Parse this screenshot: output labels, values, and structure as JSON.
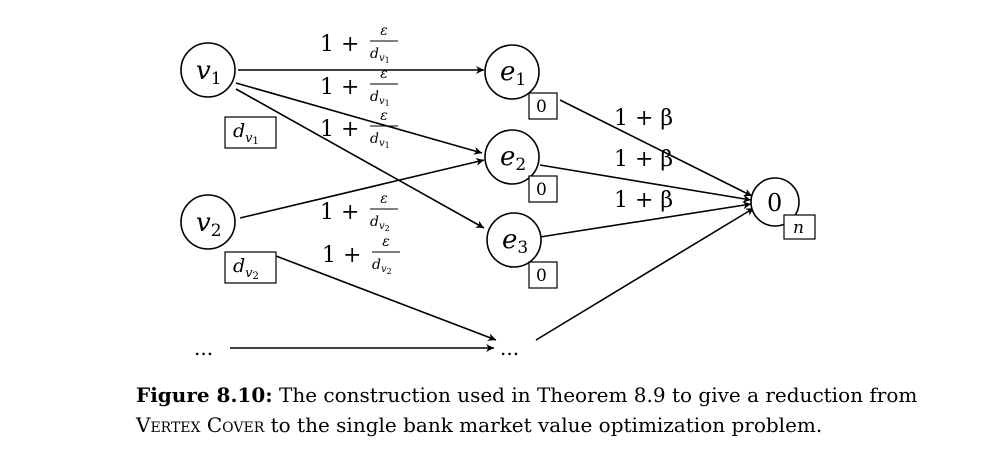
{
  "nodes": {
    "v1": {
      "base": "v",
      "sub": "1"
    },
    "v2": {
      "base": "v",
      "sub": "2"
    },
    "e1": {
      "base": "e",
      "sub": "1"
    },
    "e2": {
      "base": "e",
      "sub": "2"
    },
    "e3": {
      "base": "e",
      "sub": "3"
    },
    "sink": {
      "text": "0"
    },
    "dots_left": {
      "text": "..."
    },
    "dots_mid": {
      "text": "..."
    }
  },
  "boxes": {
    "v1": {
      "base": "d",
      "sub": "v",
      "subsub": "1"
    },
    "v2": {
      "base": "d",
      "sub": "v",
      "subsub": "2"
    },
    "e1": {
      "text": "0"
    },
    "e2": {
      "text": "0"
    },
    "e3": {
      "text": "0"
    },
    "sink": {
      "text": "n"
    }
  },
  "edge_labels": {
    "v1_e1": {
      "prefix": "1 +",
      "num": "ε",
      "den": "d",
      "den_sub": "v",
      "den_subsub": "1"
    },
    "v1_e2": {
      "prefix": "1 +",
      "num": "ε",
      "den": "d",
      "den_sub": "v",
      "den_subsub": "1"
    },
    "v1_e3": {
      "prefix": "1 +",
      "num": "ε",
      "den": "d",
      "den_sub": "v",
      "den_subsub": "1"
    },
    "v2_e2": {
      "prefix": "1 +",
      "num": "ε",
      "den": "d",
      "den_sub": "v",
      "den_subsub": "2"
    },
    "v2_dots": {
      "prefix": "1 +",
      "num": "ε",
      "den": "d",
      "den_sub": "v",
      "den_subsub": "2"
    },
    "e1_sink": {
      "text": "1 + β"
    },
    "e2_sink": {
      "text": "1 + β"
    },
    "e3_sink": {
      "text": "1 + β"
    }
  },
  "caption": {
    "label": "Figure 8.10:",
    "text_before": "The construction used in Theorem 8.9 to give a reduction from",
    "problem": "Vertex Cover",
    "text_after": "to the single bank market value optimization problem."
  }
}
